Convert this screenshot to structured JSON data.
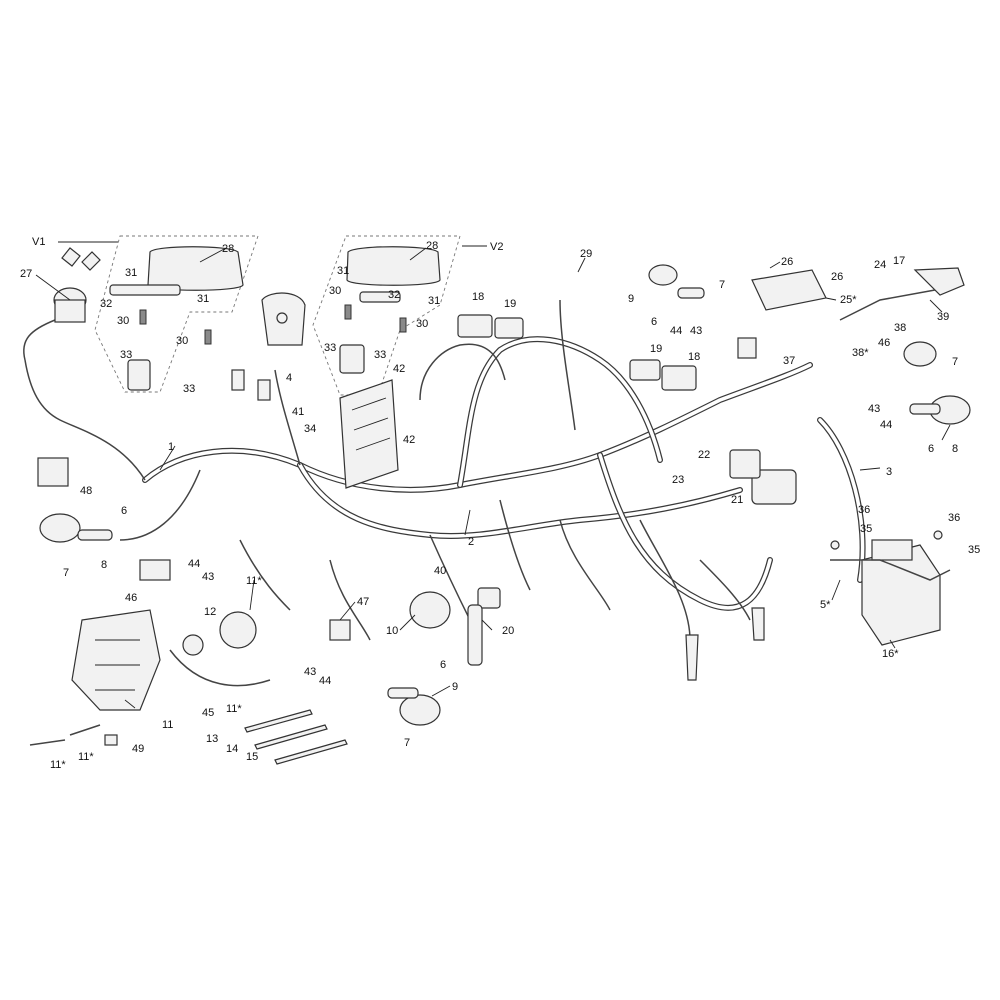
{
  "callouts": [
    {
      "id": "v1",
      "text": "V1"
    },
    {
      "id": "v2",
      "text": "V2"
    },
    {
      "id": "l28a",
      "text": "28"
    },
    {
      "id": "l28b",
      "text": "28"
    },
    {
      "id": "l29",
      "text": "29"
    },
    {
      "id": "l26a",
      "text": "26"
    },
    {
      "id": "l26b",
      "text": "26"
    },
    {
      "id": "l25s",
      "text": "25*"
    },
    {
      "id": "l24",
      "text": "24"
    },
    {
      "id": "l17",
      "text": "17"
    },
    {
      "id": "l39",
      "text": "39"
    },
    {
      "id": "l27",
      "text": "27"
    },
    {
      "id": "l31a",
      "text": "31"
    },
    {
      "id": "l32a",
      "text": "32"
    },
    {
      "id": "l31b",
      "text": "31"
    },
    {
      "id": "l30a",
      "text": "30"
    },
    {
      "id": "l30b",
      "text": "30"
    },
    {
      "id": "l33a",
      "text": "33"
    },
    {
      "id": "l33b",
      "text": "33"
    },
    {
      "id": "l31c",
      "text": "31"
    },
    {
      "id": "l30c",
      "text": "30"
    },
    {
      "id": "l32b",
      "text": "32"
    },
    {
      "id": "l31d",
      "text": "31"
    },
    {
      "id": "l33c",
      "text": "33"
    },
    {
      "id": "l33d",
      "text": "33"
    },
    {
      "id": "l30d",
      "text": "30"
    },
    {
      "id": "l18a",
      "text": "18"
    },
    {
      "id": "l19a",
      "text": "19"
    },
    {
      "id": "l7a",
      "text": "7"
    },
    {
      "id": "l9a",
      "text": "9"
    },
    {
      "id": "l6a",
      "text": "6"
    },
    {
      "id": "l44a",
      "text": "44"
    },
    {
      "id": "l43a",
      "text": "43"
    },
    {
      "id": "l4",
      "text": "4"
    },
    {
      "id": "l38a",
      "text": "38"
    },
    {
      "id": "l38s",
      "text": "38*"
    },
    {
      "id": "l46a",
      "text": "46"
    },
    {
      "id": "l7b",
      "text": "7"
    },
    {
      "id": "l37",
      "text": "37"
    },
    {
      "id": "l19b",
      "text": "19"
    },
    {
      "id": "l18b",
      "text": "18"
    },
    {
      "id": "l41",
      "text": "41"
    },
    {
      "id": "l42a",
      "text": "42"
    },
    {
      "id": "l34",
      "text": "34"
    },
    {
      "id": "l42b",
      "text": "42"
    },
    {
      "id": "l43b",
      "text": "43"
    },
    {
      "id": "l44b",
      "text": "44"
    },
    {
      "id": "l6b",
      "text": "6"
    },
    {
      "id": "l8a",
      "text": "8"
    },
    {
      "id": "l1",
      "text": "1"
    },
    {
      "id": "l22",
      "text": "22"
    },
    {
      "id": "l23",
      "text": "23"
    },
    {
      "id": "l21",
      "text": "21"
    },
    {
      "id": "l3",
      "text": "3"
    },
    {
      "id": "l48",
      "text": "48"
    },
    {
      "id": "l6c",
      "text": "6"
    },
    {
      "id": "l2",
      "text": "2"
    },
    {
      "id": "l36a",
      "text": "36"
    },
    {
      "id": "l35a",
      "text": "35"
    },
    {
      "id": "l36b",
      "text": "36"
    },
    {
      "id": "l35b",
      "text": "35"
    },
    {
      "id": "l8b",
      "text": "8"
    },
    {
      "id": "l44c",
      "text": "44"
    },
    {
      "id": "l7c",
      "text": "7"
    },
    {
      "id": "l43c",
      "text": "43"
    },
    {
      "id": "l46b",
      "text": "46"
    },
    {
      "id": "l11a",
      "text": "11*"
    },
    {
      "id": "l40",
      "text": "40"
    },
    {
      "id": "l5s",
      "text": "5*"
    },
    {
      "id": "l47",
      "text": "47"
    },
    {
      "id": "l12",
      "text": "12"
    },
    {
      "id": "l10",
      "text": "10"
    },
    {
      "id": "l20",
      "text": "20"
    },
    {
      "id": "l16s",
      "text": "16*"
    },
    {
      "id": "l43d",
      "text": "43"
    },
    {
      "id": "l44d",
      "text": "44"
    },
    {
      "id": "l6d",
      "text": "6"
    },
    {
      "id": "l9b",
      "text": "9"
    },
    {
      "id": "l45",
      "text": "45"
    },
    {
      "id": "l11b",
      "text": "11*"
    },
    {
      "id": "l11c",
      "text": "11"
    },
    {
      "id": "l13",
      "text": "13"
    },
    {
      "id": "l14",
      "text": "14"
    },
    {
      "id": "l15",
      "text": "15"
    },
    {
      "id": "l7d",
      "text": "7"
    },
    {
      "id": "l49",
      "text": "49"
    },
    {
      "id": "l11d",
      "text": "11*"
    },
    {
      "id": "l11e",
      "text": "11*"
    }
  ]
}
